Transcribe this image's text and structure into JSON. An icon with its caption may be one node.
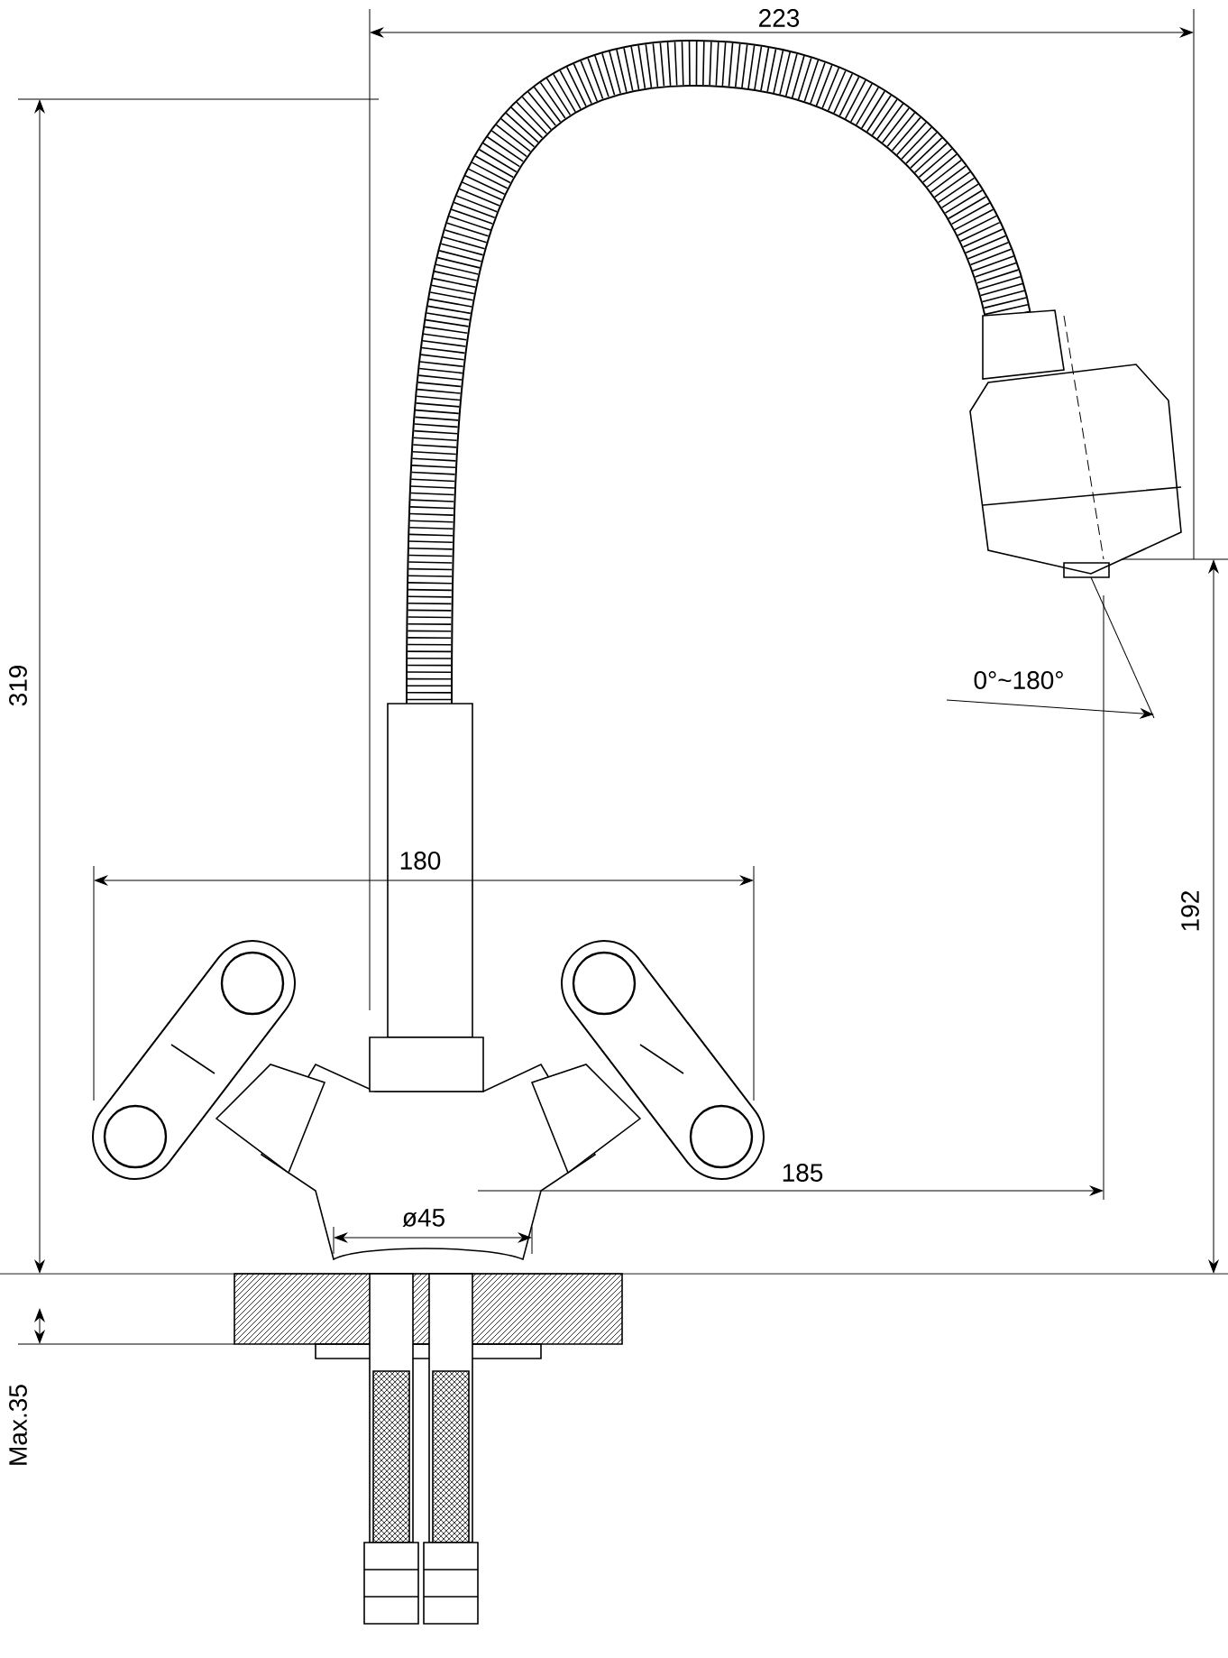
{
  "diagram": {
    "labels": [
      "223",
      "319",
      "0°~180°",
      "180",
      "192",
      "185",
      "ø45",
      "Max.35"
    ]
  }
}
